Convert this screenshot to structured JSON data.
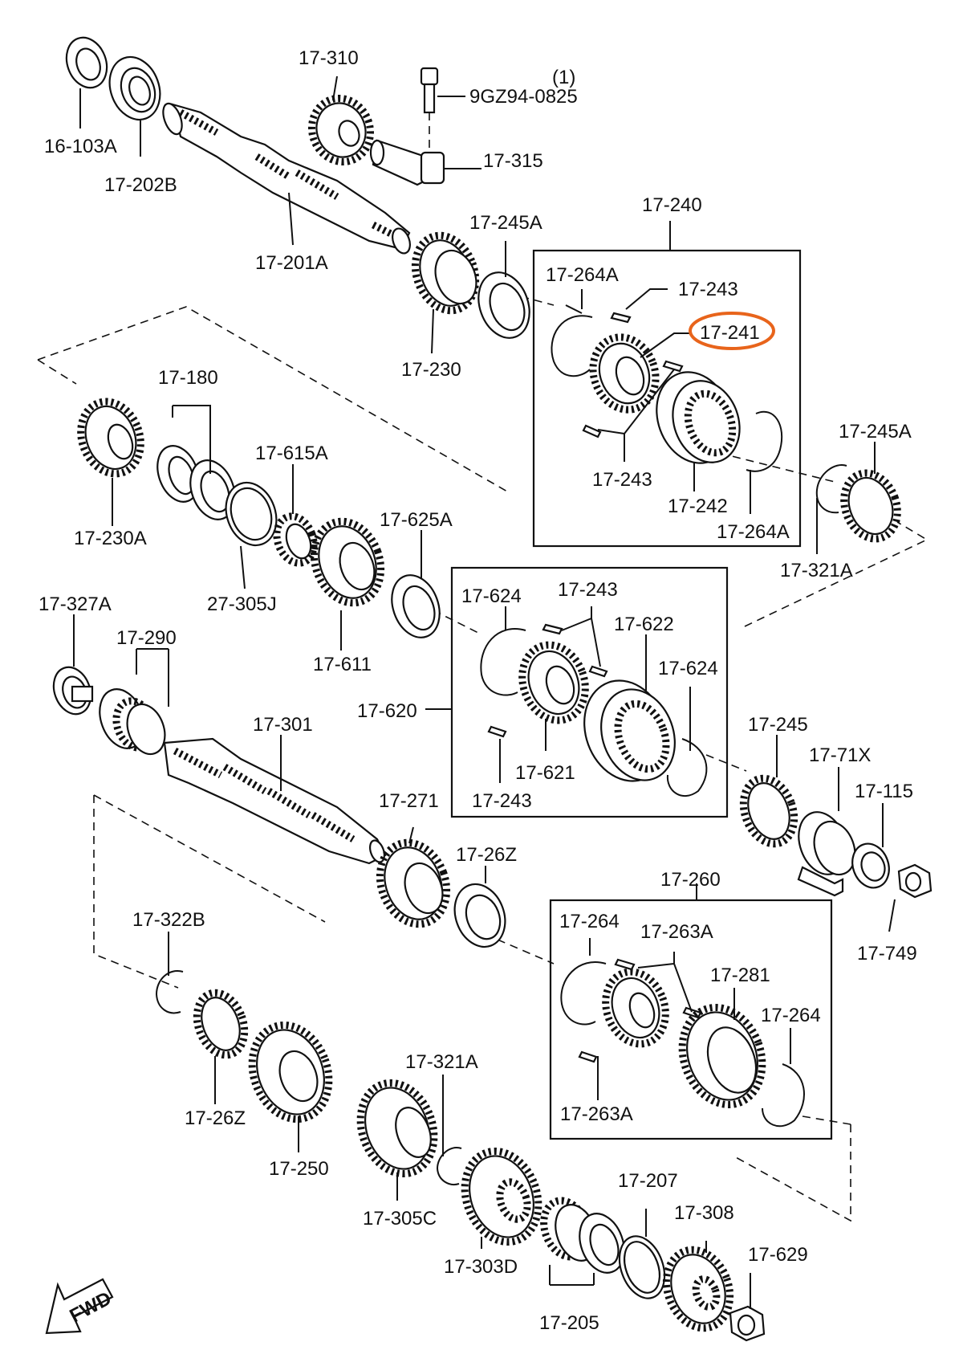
{
  "diagram": {
    "highlight_color": "#e8641b",
    "labels": {
      "l_16_103A": "16-103A",
      "l_17_202B": "17-202B",
      "l_17_310": "17-310",
      "l_qty": "(1)",
      "l_9GZ94": "9GZ94-0825",
      "l_17_315": "17-315",
      "l_17_201A": "17-201A",
      "l_17_245A_top": "17-245A",
      "l_17_230": "17-230",
      "l_17_240": "17-240",
      "l_17_264A_a": "17-264A",
      "l_17_243_a": "17-243",
      "l_17_241": "17-241",
      "l_17_243_b": "17-243",
      "l_17_242": "17-242",
      "l_17_264A_b": "17-264A",
      "l_17_245A_right": "17-245A",
      "l_17_321A_top": "17-321A",
      "l_17_180": "17-180",
      "l_17_230A": "17-230A",
      "l_17_615A": "17-615A",
      "l_27_305J": "27-305J",
      "l_17_625A": "17-625A",
      "l_17_611": "17-611",
      "l_17_327A": "17-327A",
      "l_17_290": "17-290",
      "l_17_624_a": "17-624",
      "l_17_243_c": "17-243",
      "l_17_622": "17-622",
      "l_17_624_b": "17-624",
      "l_17_620": "17-620",
      "l_17_621": "17-621",
      "l_17_243_d": "17-243",
      "l_17_301": "17-301",
      "l_17_245": "17-245",
      "l_17_71X": "17-71X",
      "l_17_115": "17-115",
      "l_17_749": "17-749",
      "l_17_271": "17-271",
      "l_17_26Z_a": "17-26Z",
      "l_17_260": "17-260",
      "l_17_264_a": "17-264",
      "l_17_263A_a": "17-263A",
      "l_17_281": "17-281",
      "l_17_264_b": "17-264",
      "l_17_263A_b": "17-263A",
      "l_17_322B": "17-322B",
      "l_17_26Z_b": "17-26Z",
      "l_17_250": "17-250",
      "l_17_321A_bot": "17-321A",
      "l_17_305C": "17-305C",
      "l_17_303D": "17-303D",
      "l_17_207": "17-207",
      "l_17_308": "17-308",
      "l_17_629": "17-629",
      "l_17_205": "17-205",
      "fwd": "FWD"
    }
  }
}
